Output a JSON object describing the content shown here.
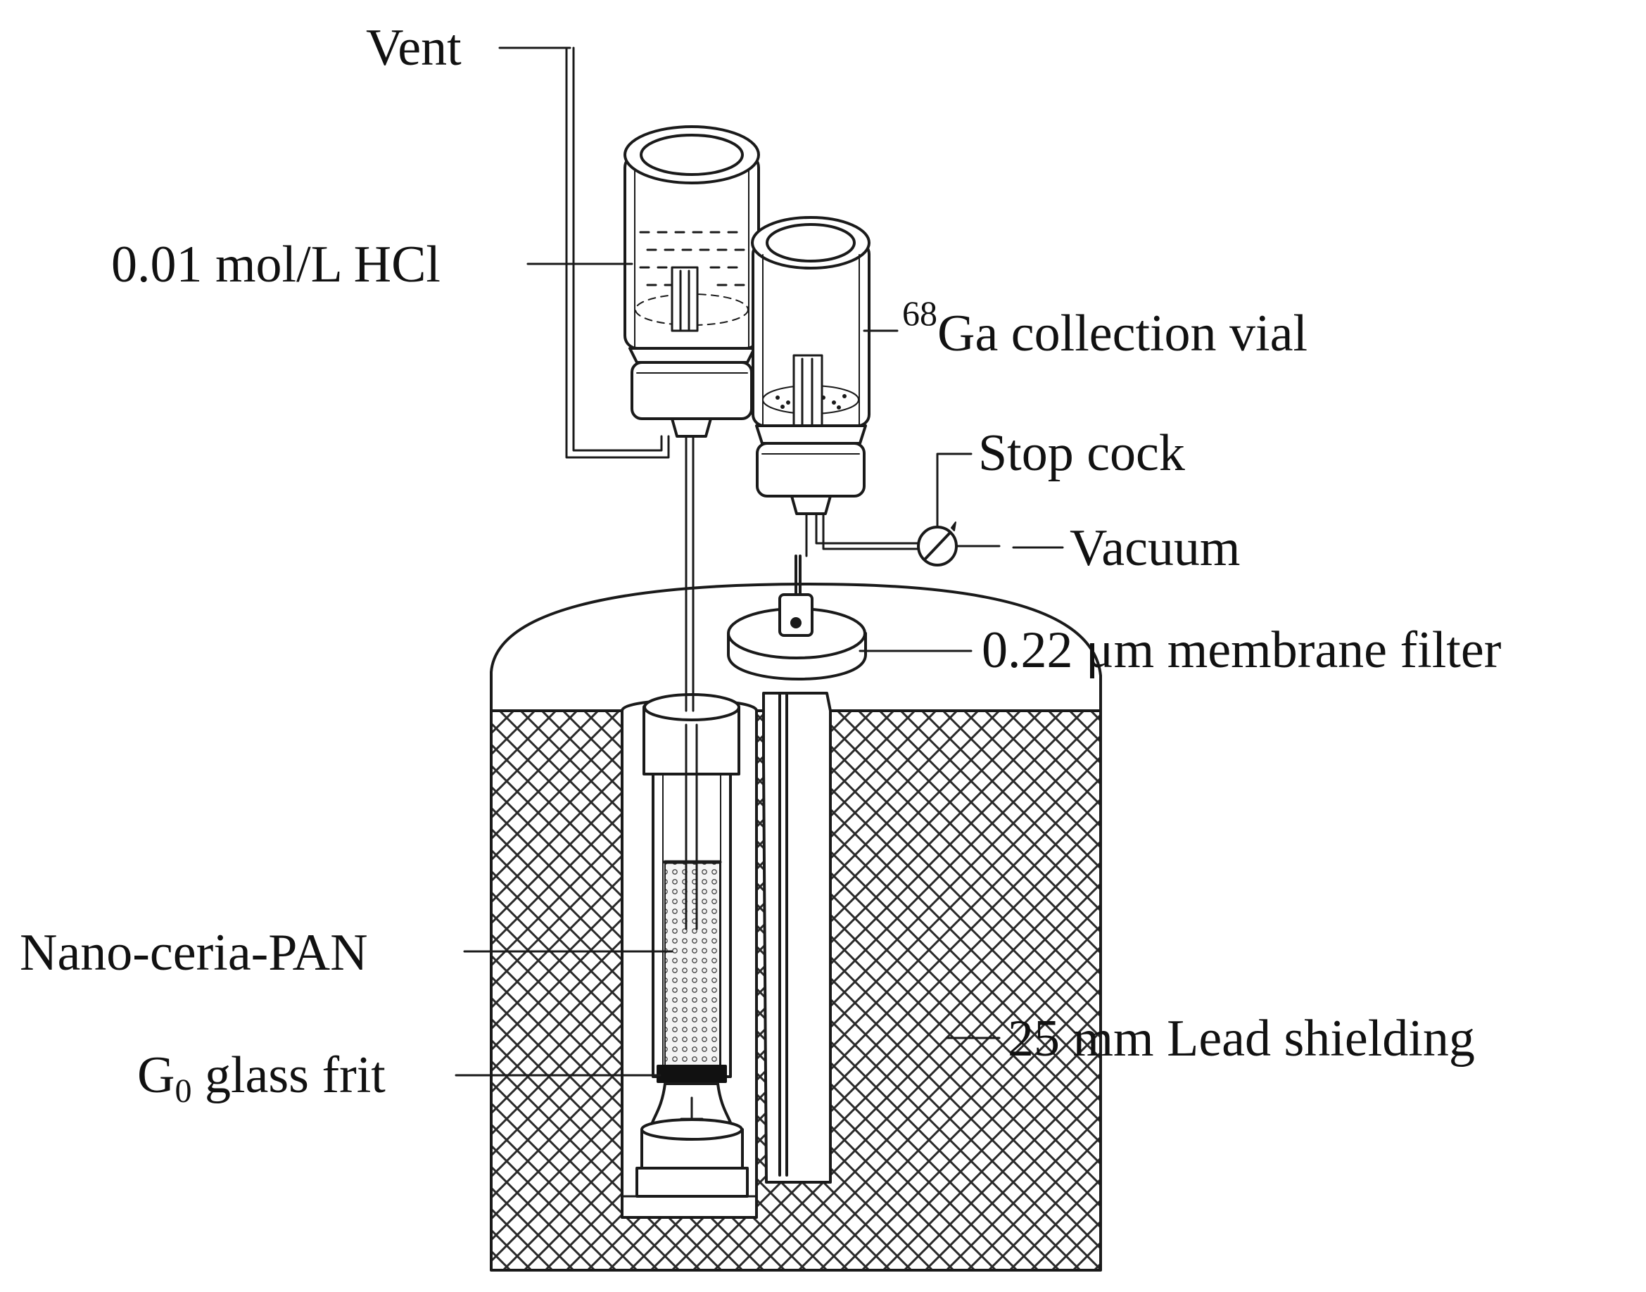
{
  "diagram": {
    "labels": {
      "vent": "Vent",
      "hcl": "0.01 mol/L HCl",
      "collection_sup": "68",
      "collection": "Ga collection vial",
      "stopcock": "Stop cock",
      "vacuum": "Vacuum",
      "filter": "0.22 μm membrane filter",
      "nanoceria": "Nano-ceria-PAN",
      "frit_main": "G",
      "frit_sub": "0",
      "frit_rest": " glass frit",
      "shield": "25 mm Lead shielding"
    },
    "colors": {
      "line": "#1a1a1a",
      "fill": "#ffffff",
      "hatch": "#2a2a2a",
      "frit_band": "#111111"
    }
  }
}
